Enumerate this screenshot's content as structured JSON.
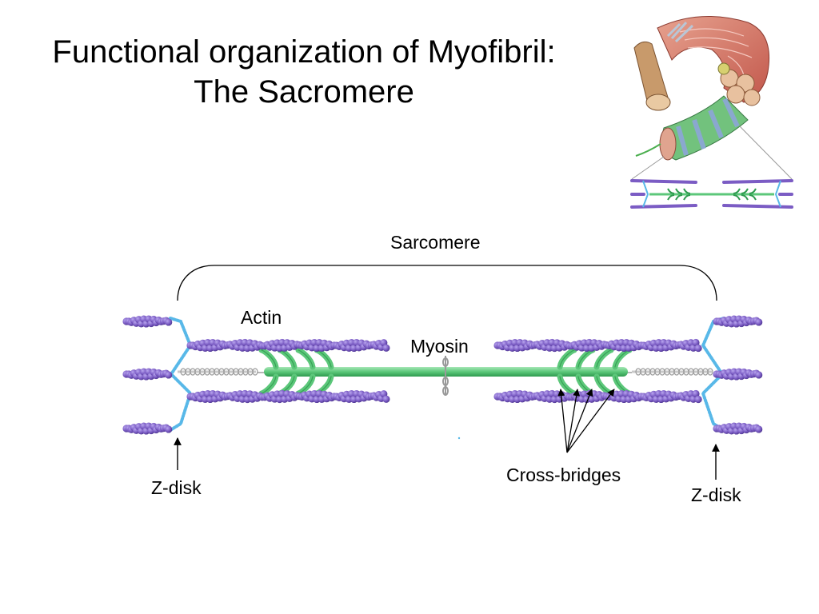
{
  "slide": {
    "title_line1": "Functional organization of Myofibril:",
    "title_line2": "The Sacromere"
  },
  "diagram": {
    "sarcomere_label": "Sarcomere",
    "actin_label": "Actin",
    "myosin_label": "Myosin",
    "cross_bridges_label": "Cross-bridges",
    "z_disk_left_label": "Z-disk",
    "z_disk_right_label": "Z-disk"
  },
  "colors": {
    "actin": "#7b5cc4",
    "actin_highlight": "#a48de0",
    "myosin": "#5cc77a",
    "myosin_dark": "#2e9a4e",
    "z_disk": "#58b8e8",
    "titin": "#a8a8a8",
    "muscle": "#d9766b",
    "muscle_green": "#72c27d",
    "muscle_blue": "#8aa8cf"
  },
  "icons": {
    "inset": "muscle-hierarchy-illustration"
  }
}
